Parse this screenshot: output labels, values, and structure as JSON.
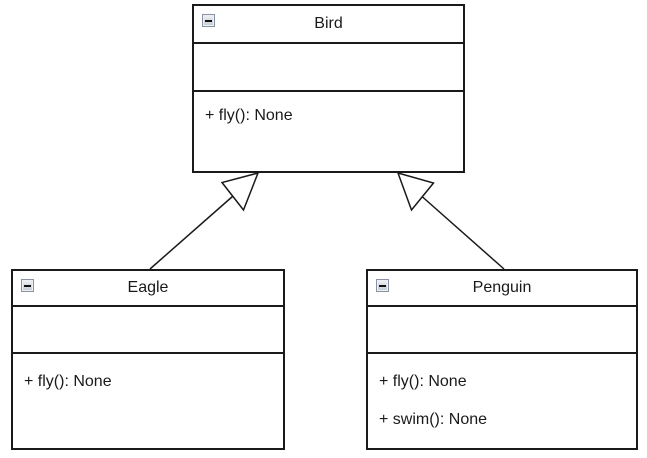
{
  "diagram": {
    "type": "uml-class-diagram",
    "classes": [
      {
        "name": "Bird",
        "attributes": [],
        "methods": [
          "+ fly(): None"
        ]
      },
      {
        "name": "Eagle",
        "attributes": [],
        "methods": [
          "+ fly(): None"
        ]
      },
      {
        "name": "Penguin",
        "attributes": [],
        "methods": [
          "+ fly(): None",
          "+ swim(): None"
        ]
      }
    ],
    "relationships": [
      {
        "type": "inheritance",
        "from": "Eagle",
        "to": "Bird"
      },
      {
        "type": "inheritance",
        "from": "Penguin",
        "to": "Bird"
      }
    ],
    "icons": {
      "collapse": "minus-icon"
    },
    "colors": {
      "line": "#1a1a1a",
      "box_fill": "#ffffff",
      "collapse_button_border": "#8a93a3"
    }
  }
}
